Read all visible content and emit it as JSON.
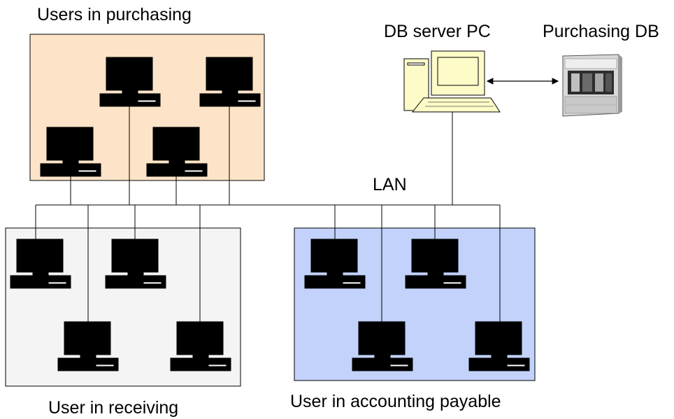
{
  "labels": {
    "purchasing": "Users in purchasing",
    "receiving": "User in receiving",
    "accounting": "User in accounting payable",
    "server": "DB server PC",
    "database": "Purchasing DB",
    "network": "LAN"
  },
  "groups": {
    "purchasing": {
      "fill": "#fde4c8",
      "computers": 4,
      "screen_fill": "#ffe69a"
    },
    "receiving": {
      "fill": "#f4f4f4",
      "computers": 4,
      "screen_fill": "#f6f6cf"
    },
    "accounting": {
      "fill": "#c2d2fb",
      "computers": 4,
      "screen_fill": "#c3d2d9"
    }
  },
  "server": {
    "screen_fill": "#fdfbc8",
    "icon": "desktop-tower-icon"
  },
  "database": {
    "icon": "mainframe-storage-icon"
  },
  "connection": {
    "type": "bidirectional-arrow"
  }
}
